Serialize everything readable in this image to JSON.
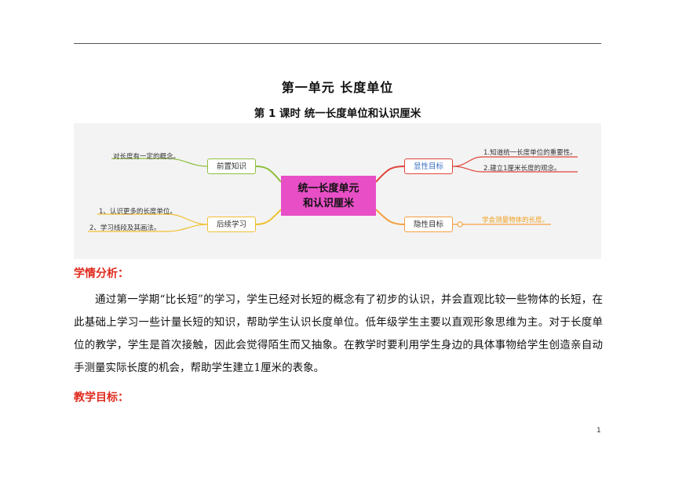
{
  "document": {
    "unit_title": "第一单元  长度单位",
    "lesson_title": "第 1 课时  统一长度单位和认识厘米",
    "page_number": "1"
  },
  "mindmap": {
    "central": {
      "line1": "统一长度单元",
      "line2": "和认识厘米",
      "color": "#e84fc6"
    },
    "branches": {
      "prior_knowledge": {
        "label": "前置知识",
        "color": "#8fbf3f",
        "leaves": [
          "对长度有一定的概念。"
        ]
      },
      "followup": {
        "label": "后续学习",
        "color": "#f0c030",
        "leaves": [
          "1、认识更多的长度单位。",
          "2、学习线段及其画法。"
        ]
      },
      "explicit_goals": {
        "label": "显性目标",
        "color": "#e0443a",
        "leaves": [
          "1.知道统一长度单位的重要性。",
          "2.建立1厘米长度的观念。"
        ]
      },
      "implicit_goals": {
        "label": "隐性目标",
        "color": "#f5a040",
        "leaves": [
          "学会测量物体的长度。"
        ]
      }
    }
  },
  "sections": {
    "analysis_heading": "学情分析：",
    "analysis_text": "通过第一学期“比长短”的学习，学生已经对长短的概念有了初步的认识，并会直观比较一些物体的长短，在此基础上学习一些计量长短的知识，帮助学生认识长度单位。低年级学生主要以直观形象思维为主。对于长度单位的教学，学生是首次接触，因此会觉得陌生而又抽象。在教学时要利用学生身边的具体事物给学生创造亲自动手测量实际长度的机会，帮助学生建立1厘米的表象。",
    "goals_heading": "教学目标：",
    "heading_color": "#e02a1e"
  }
}
